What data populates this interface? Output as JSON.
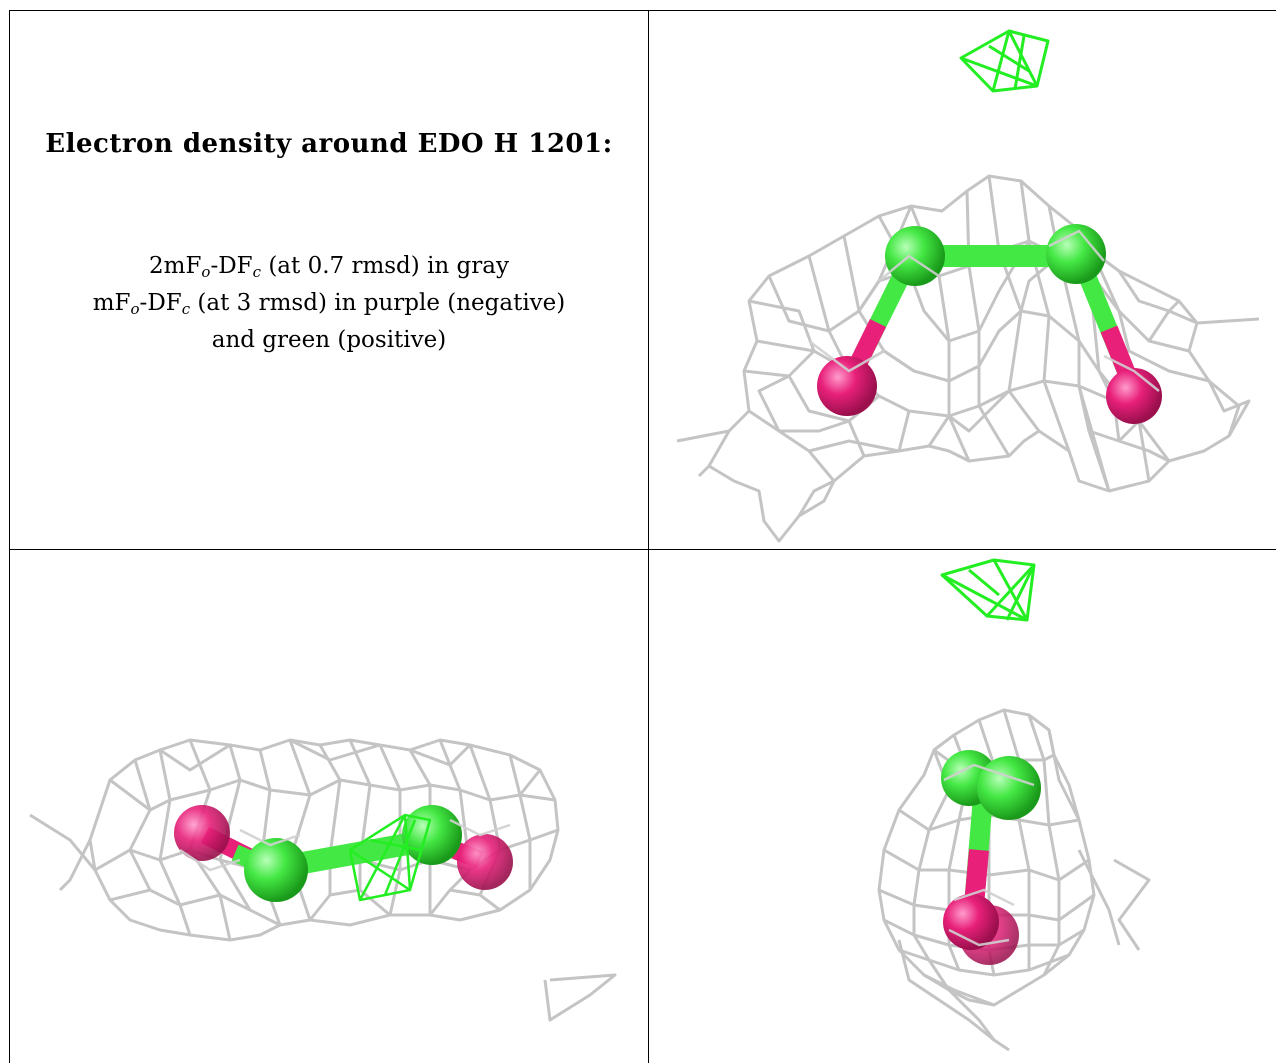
{
  "panel_text": {
    "title": "Electron density around EDO H 1201:",
    "line1": {
      "pre": "2mF",
      "sub1": "o",
      "mid": "-DF",
      "sub2": "c",
      "post": " (at 0.7 rmsd) in gray"
    },
    "line2": {
      "pre": "mF",
      "sub1": "o",
      "mid": "-DF",
      "sub2": "c",
      "post": " (at 3 rmsd) in purple (negative)"
    },
    "line3": "and green (positive)"
  },
  "colors": {
    "mesh_gray": "#c0c0c0",
    "mesh_green": "#22ee22",
    "carbon_green": "#44e844",
    "oxygen_pink": "#e8207a",
    "border": "#000000"
  },
  "views": [
    {
      "name": "view-top-right",
      "content": "EDO molecule with density mesh"
    },
    {
      "name": "view-bottom-left",
      "content": "EDO molecule with density mesh"
    },
    {
      "name": "view-bottom-right",
      "content": "EDO molecule with density mesh"
    }
  ]
}
